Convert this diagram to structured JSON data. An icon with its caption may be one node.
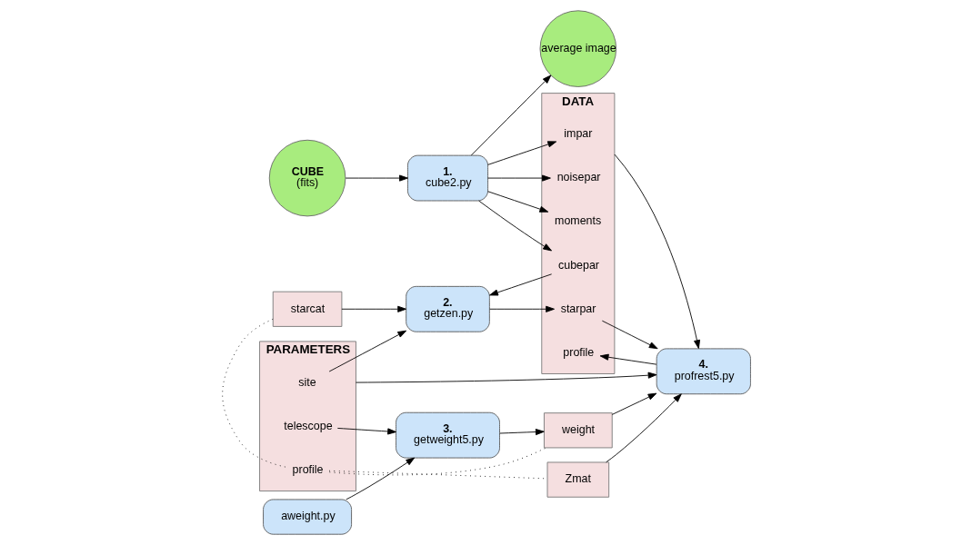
{
  "diagram": {
    "nodes": [
      {
        "text": [
          "CUBE",
          "(fits)"
        ]
      },
      {
        "text": [
          "1.",
          "cube2.py"
        ]
      },
      {
        "text": [
          "average image"
        ]
      },
      {
        "text": [
          "DATA"
        ]
      },
      {
        "text": [
          "impar"
        ],
        "in": 3
      },
      {
        "text": [
          "noisepar"
        ],
        "in": 3
      },
      {
        "text": [
          "moments"
        ],
        "in": 3
      },
      {
        "text": [
          "cubepar"
        ],
        "in": 3
      },
      {
        "text": [
          "starpar"
        ],
        "in": 3
      },
      {
        "text": [
          "profile"
        ],
        "in": 3
      },
      {
        "text": [
          "4.",
          "profrest5.py"
        ]
      },
      {
        "text": [
          "Zmat"
        ]
      },
      {
        "text": [
          "weight"
        ]
      },
      {
        "text": [
          "2.",
          "getzen.py"
        ]
      },
      {
        "text": [
          "PARAMETERS"
        ]
      },
      {
        "text": [
          "site"
        ],
        "in": 14
      },
      {
        "text": [
          "telescope"
        ],
        "in": 14
      },
      {
        "text": [
          "profile"
        ],
        "in": 14
      },
      {
        "text": [
          "3.",
          "getweight5.py"
        ]
      },
      {
        "text": [
          "starcat"
        ]
      },
      {
        "text": [
          "aweight.py"
        ]
      }
    ],
    "edges": [
      {
        "from": 0,
        "to": 1,
        "arrow": "to"
      },
      {
        "from": 1,
        "to": 2,
        "arrow": "to"
      },
      {
        "from": 1,
        "to": 4,
        "arrow": "to"
      },
      {
        "from": 1,
        "to": 5,
        "arrow": "to"
      },
      {
        "from": 1,
        "to": 6,
        "arrow": "to"
      },
      {
        "from": 1,
        "to": 7,
        "arrow": "to"
      },
      {
        "from": 3,
        "to": 10,
        "arrow": "to"
      },
      {
        "from": 10,
        "to": 9,
        "arrow": "to"
      },
      {
        "from": 7,
        "to": 13,
        "arrow": "to"
      },
      {
        "from": 13,
        "to": 8,
        "arrow": "to"
      },
      {
        "from": 8,
        "to": 10,
        "arrow": "to"
      },
      {
        "from": 14,
        "to": 10,
        "arrow": "to"
      },
      {
        "from": 11,
        "to": 10,
        "arrow": "to"
      },
      {
        "from": 12,
        "to": 10,
        "arrow": "to"
      },
      {
        "from": 15,
        "to": 13,
        "arrow": "to"
      },
      {
        "from": 19,
        "to": 13,
        "arrow": "to"
      },
      {
        "from": 16,
        "to": 18,
        "arrow": "to"
      },
      {
        "from": 18,
        "to": 12,
        "arrow": "to"
      },
      {
        "from": 20,
        "to": 18,
        "arrow": "to"
      },
      {
        "from": 19,
        "to": 17,
        "arrow": "none",
        "style": "dashed"
      },
      {
        "from": 17,
        "to": 11,
        "arrow": "none",
        "style": "dashed"
      },
      {
        "from": 17,
        "to": 12,
        "arrow": "none",
        "style": "dashed"
      }
    ]
  }
}
